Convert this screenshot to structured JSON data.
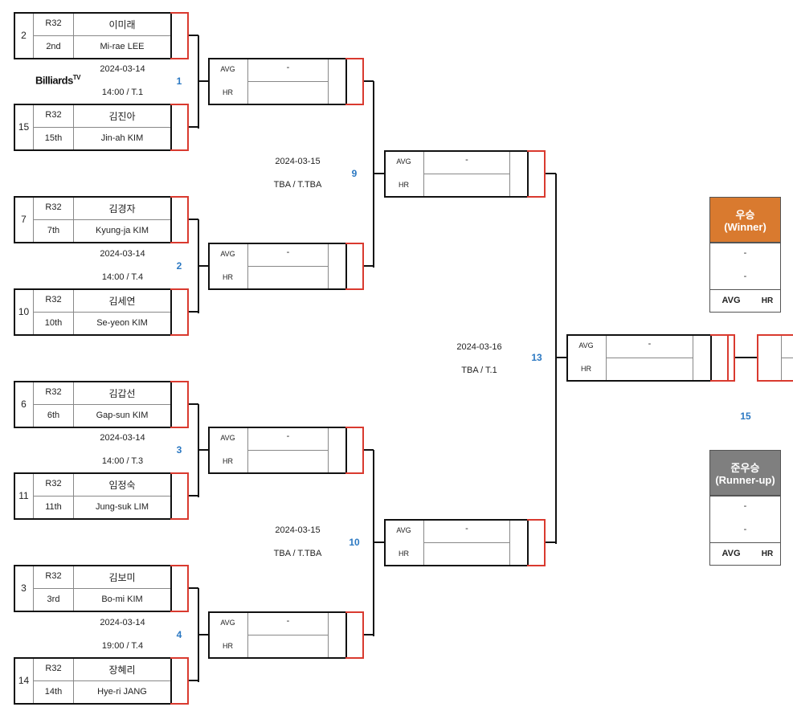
{
  "logo": {
    "text": "Billiards",
    "sup": "TV"
  },
  "round_label": "R32",
  "score_labels": {
    "avg": "AVG",
    "hr": "HR",
    "empty": "-"
  },
  "players": [
    {
      "seed": "2",
      "rank": "2nd",
      "name_kr": "이미래",
      "name_en": "Mi-rae LEE"
    },
    {
      "seed": "15",
      "rank": "15th",
      "name_kr": "김진아",
      "name_en": "Jin-ah KIM"
    },
    {
      "seed": "7",
      "rank": "7th",
      "name_kr": "김경자",
      "name_en": "Kyung-ja KIM"
    },
    {
      "seed": "10",
      "rank": "10th",
      "name_kr": "김세연",
      "name_en": "Se-yeon KIM"
    },
    {
      "seed": "6",
      "rank": "6th",
      "name_kr": "김갑선",
      "name_en": "Gap-sun KIM"
    },
    {
      "seed": "11",
      "rank": "11th",
      "name_kr": "임정숙",
      "name_en": "Jung-suk LIM"
    },
    {
      "seed": "3",
      "rank": "3rd",
      "name_kr": "김보미",
      "name_en": "Bo-mi KIM"
    },
    {
      "seed": "14",
      "rank": "14th",
      "name_kr": "장혜리",
      "name_en": "Hye-ri JANG"
    }
  ],
  "r16_matches": [
    {
      "number": "1",
      "date": "2024-03-14",
      "time_table": "14:00 / T.1"
    },
    {
      "number": "2",
      "date": "2024-03-14",
      "time_table": "14:00 / T.4"
    },
    {
      "number": "3",
      "date": "2024-03-14",
      "time_table": "14:00 / T.3"
    },
    {
      "number": "4",
      "date": "2024-03-14",
      "time_table": "19:00 / T.4"
    }
  ],
  "qf_matches": [
    {
      "number": "9",
      "date": "2024-03-15",
      "time_table": "TBA / T.TBA"
    },
    {
      "number": "10",
      "date": "2024-03-15",
      "time_table": "TBA / T.TBA"
    }
  ],
  "sf_match": {
    "number": "13",
    "date": "2024-03-16",
    "time_table": "TBA / T.1"
  },
  "final_match": {
    "number": "15"
  },
  "winner": {
    "title_kr": "우승",
    "title_en": "(Winner)",
    "color": "#d97a2f",
    "line1": "-",
    "line2": "-",
    "avg": "AVG",
    "hr": "HR"
  },
  "runner_up": {
    "title_kr": "준우승",
    "title_en": "(Runner-up)",
    "color": "#7f7f7f",
    "line1": "-",
    "line2": "-",
    "avg": "AVG",
    "hr": "HR"
  }
}
